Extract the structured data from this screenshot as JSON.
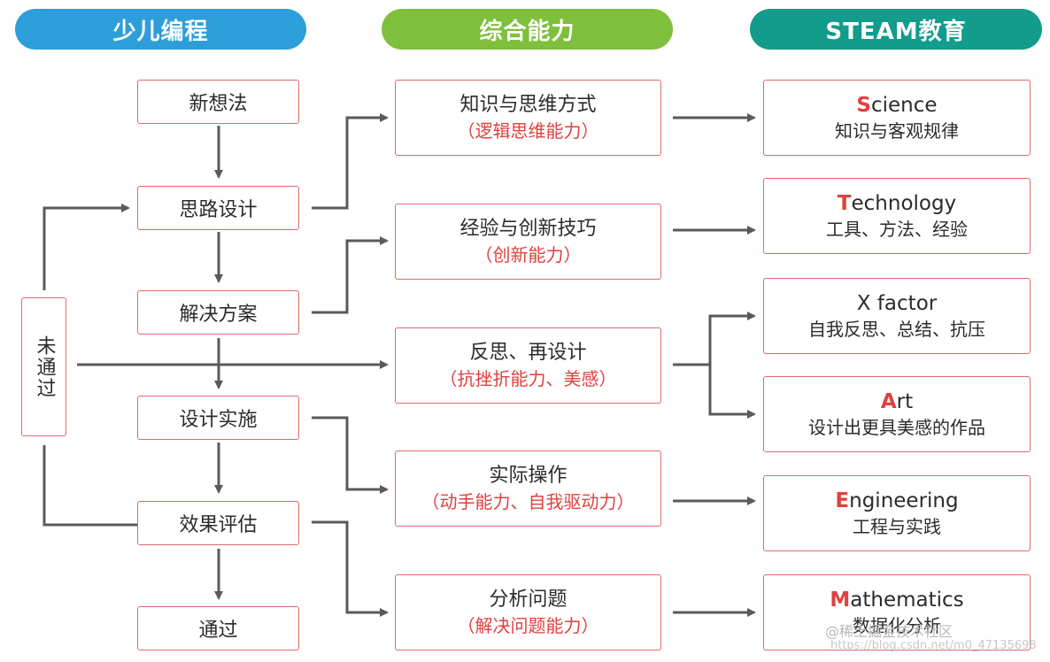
{
  "headers": {
    "left": "少儿编程",
    "middle": "综合能力",
    "right": "STEAM教育"
  },
  "process": [
    "新想法",
    "思路设计",
    "解决方案",
    "设计实施",
    "效果评估",
    "通过"
  ],
  "not_passed": "未通过",
  "abilities": [
    {
      "title": "知识与思维方式",
      "sub": "（逻辑思维能力）"
    },
    {
      "title": "经验与创新技巧",
      "sub": "（创新能力）"
    },
    {
      "title": "反思、再设计",
      "sub": "（抗挫折能力、美感）"
    },
    {
      "title": "实际操作",
      "sub": "（动手能力、自我驱动力）"
    },
    {
      "title": "分析问题",
      "sub": "（解决问题能力）"
    }
  ],
  "steam": [
    {
      "letter": "S",
      "rest": "cience",
      "desc": "知识与客观规律"
    },
    {
      "letter": "T",
      "rest": "echnology",
      "desc": "工具、方法、经验"
    },
    {
      "letter": "",
      "rest": "X factor",
      "desc": "自我反思、总结、抗压"
    },
    {
      "letter": "A",
      "rest": "rt",
      "desc": "设计出更具美感的作品"
    },
    {
      "letter": "E",
      "rest": "ngineering",
      "desc": "工程与实践"
    },
    {
      "letter": "M",
      "rest": "athematics",
      "desc": "数据化分析"
    }
  ],
  "watermark": "@稀土掘金技术社区",
  "watermark2": "https://blog.csdn.net/m0_47135698",
  "colors": {
    "blue": "#2d9ed9",
    "green": "#7ebf3c",
    "teal": "#129c8b",
    "border": "#e06a6a",
    "accent": "#e0413f",
    "line": "#5a5a5a"
  }
}
